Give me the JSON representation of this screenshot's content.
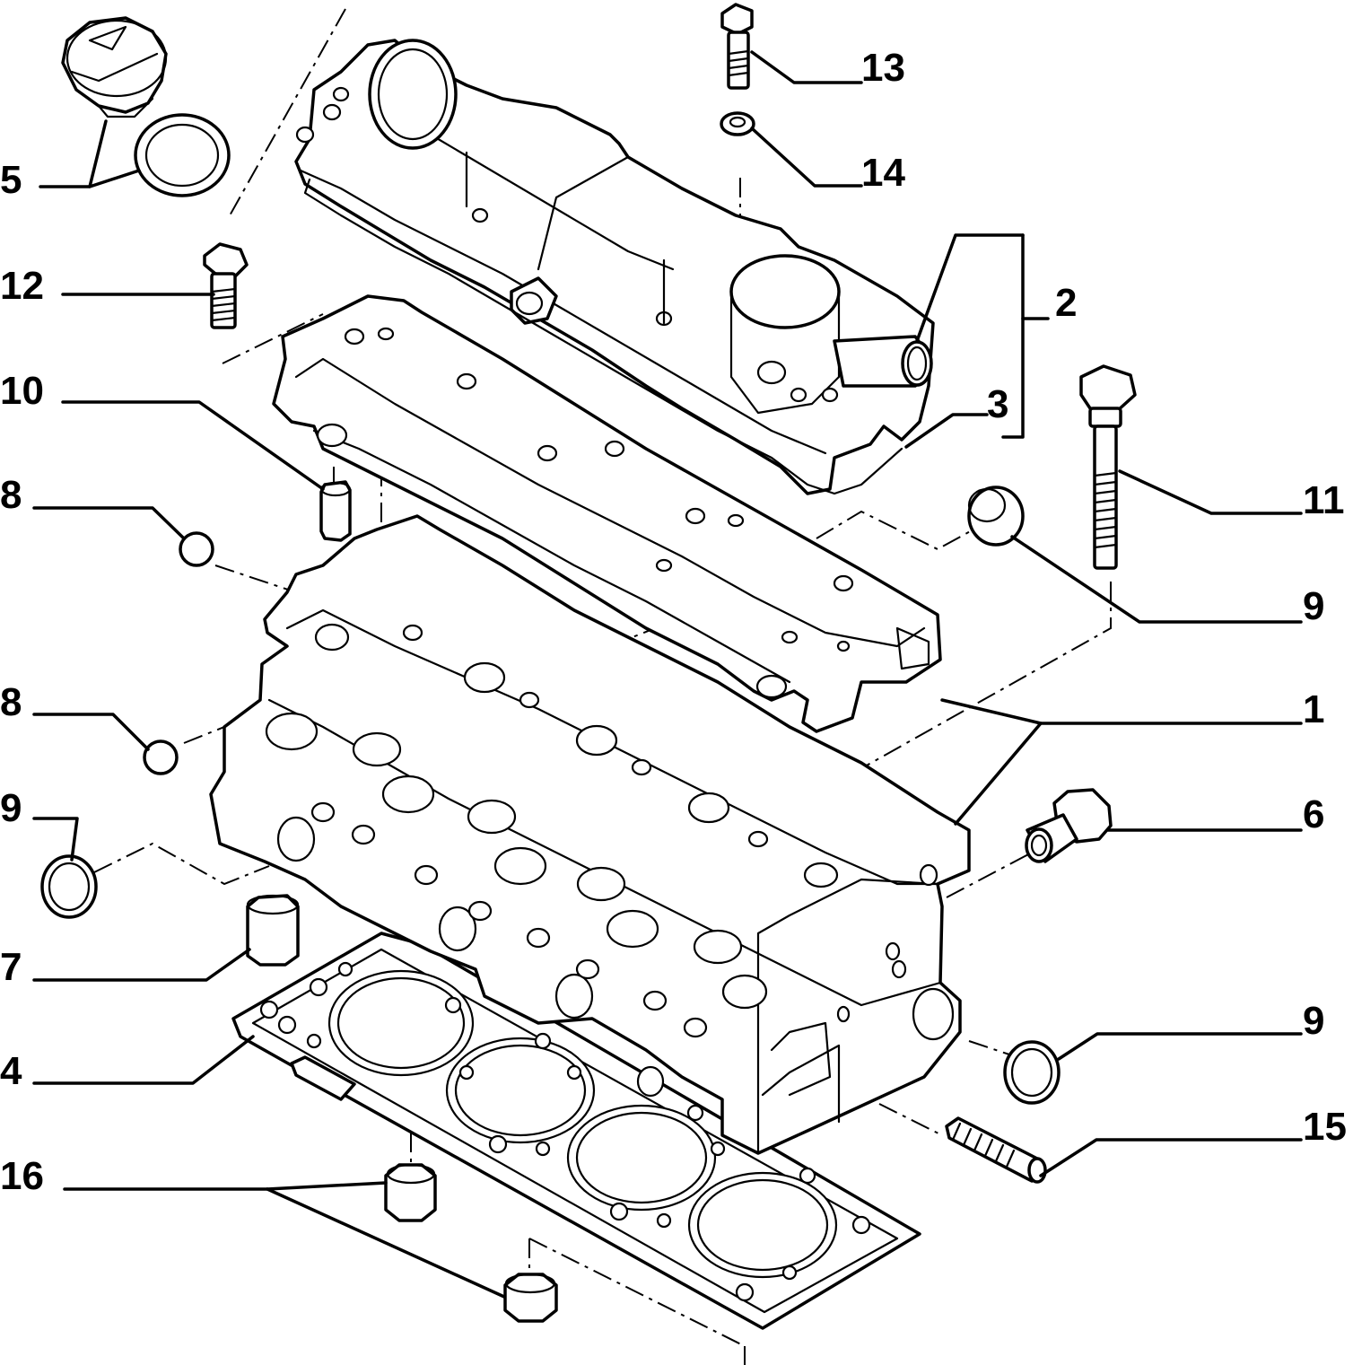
{
  "diagram": {
    "callouts": [
      {
        "id": "c1",
        "label": "1"
      },
      {
        "id": "c2",
        "label": "2"
      },
      {
        "id": "c3",
        "label": "3"
      },
      {
        "id": "c4",
        "label": "4"
      },
      {
        "id": "c5",
        "label": "5"
      },
      {
        "id": "c6",
        "label": "6"
      },
      {
        "id": "c7",
        "label": "7"
      },
      {
        "id": "c8a",
        "label": "8"
      },
      {
        "id": "c8b",
        "label": "8"
      },
      {
        "id": "c9a",
        "label": "9"
      },
      {
        "id": "c9b",
        "label": "9"
      },
      {
        "id": "c9c",
        "label": "9"
      },
      {
        "id": "c10",
        "label": "10"
      },
      {
        "id": "c11",
        "label": "11"
      },
      {
        "id": "c12",
        "label": "12"
      },
      {
        "id": "c13",
        "label": "13"
      },
      {
        "id": "c14",
        "label": "14"
      },
      {
        "id": "c15",
        "label": "15"
      },
      {
        "id": "c16",
        "label": "16"
      }
    ]
  }
}
